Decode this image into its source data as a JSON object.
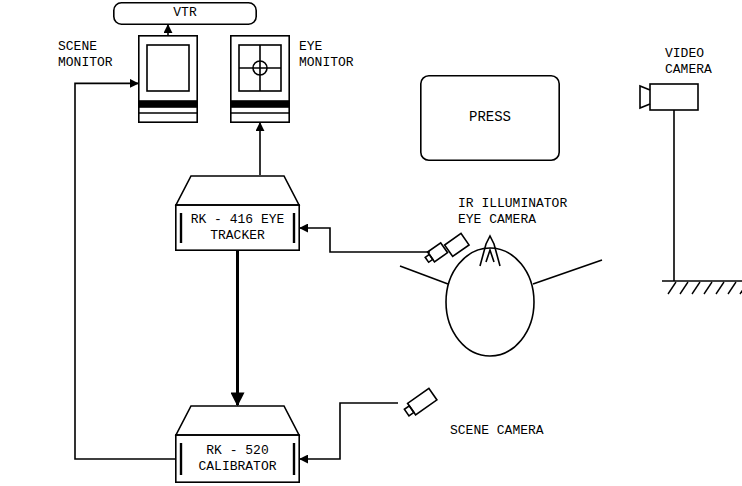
{
  "diagram": {
    "nodes": [
      {
        "text": [
          "VTR"
        ]
      },
      {
        "text": [
          "SCENE MONITOR"
        ]
      },
      {
        "text": [
          "EYE MONITOR"
        ]
      },
      {
        "text": [
          "PRESS"
        ]
      },
      {
        "text": [
          "VIDEO CAMERA"
        ]
      },
      {
        "text": [
          "RK - 416 EYE TRACKER"
        ]
      },
      {
        "text": [
          "IR ILLUMINATOR EYE CAMERA"
        ]
      },
      {
        "text": [
          "RK - 520 CALIBRATOR"
        ]
      },
      {
        "text": [
          "SCENE CAMERA"
        ]
      }
    ],
    "edges": [
      {
        "from": 1,
        "to": 0,
        "arrow": "to"
      },
      {
        "from": 5,
        "to": 2,
        "arrow": "to"
      },
      {
        "from": 6,
        "to": 5,
        "arrow": "to"
      },
      {
        "from": 5,
        "to": 7,
        "arrow": "to"
      },
      {
        "from": 8,
        "to": 7,
        "arrow": "to"
      },
      {
        "from": 7,
        "to": 1,
        "arrow": "to"
      }
    ]
  }
}
